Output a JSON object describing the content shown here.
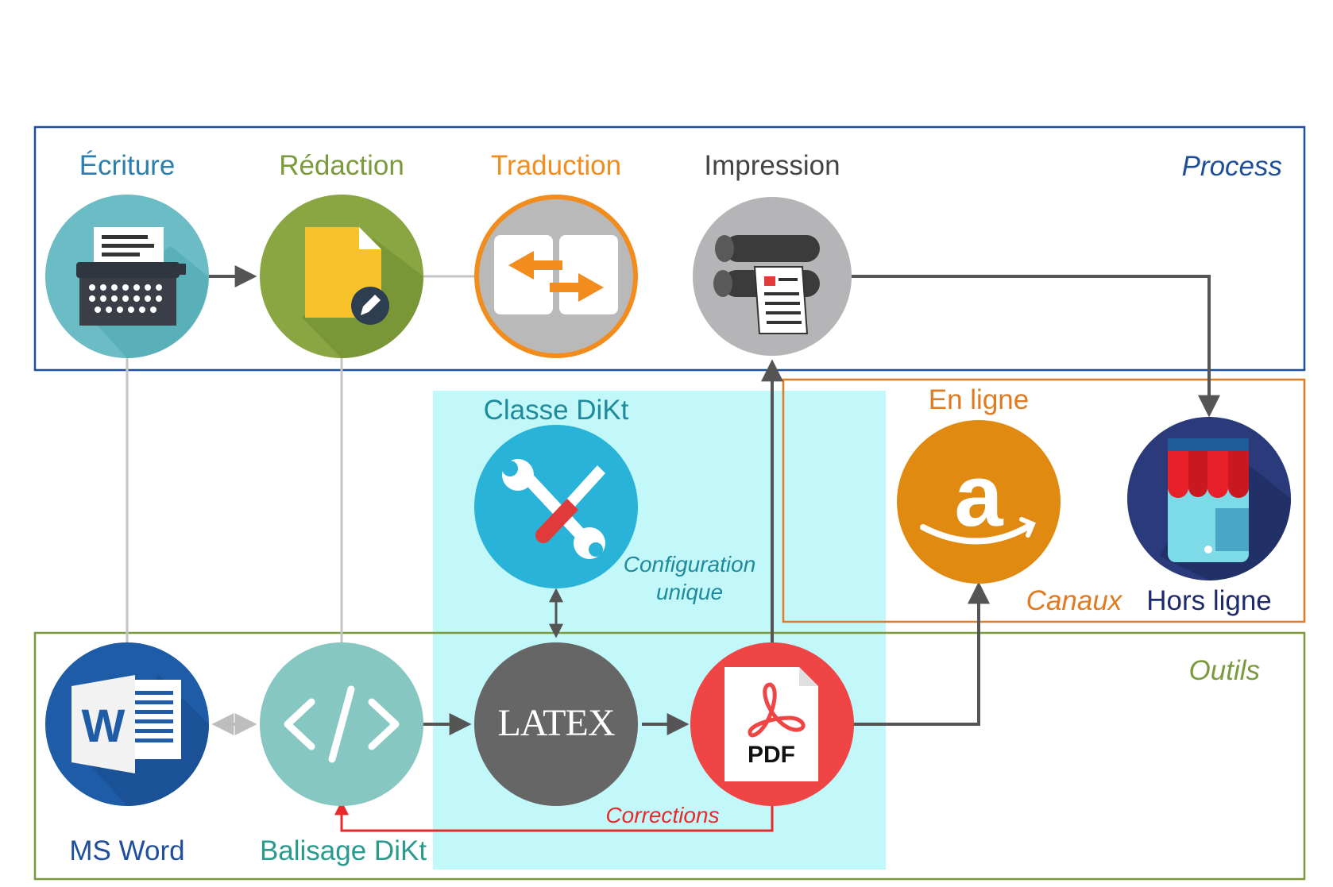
{
  "process": {
    "label": "Process",
    "steps": {
      "ecriture": "Écriture",
      "redaction": "Rédaction",
      "traduction": "Traduction",
      "impression": "Impression"
    }
  },
  "outils": {
    "label": "Outils",
    "tools": {
      "msword": "MS Word",
      "balisage": "Balisage DiKt"
    }
  },
  "classe": {
    "label": "Classe DiKt",
    "note_line1": "Configuration",
    "note_line2": "unique"
  },
  "corrections": "Corrections",
  "canaux": {
    "label": "Canaux",
    "en_ligne": "En ligne",
    "hors_ligne": "Hors ligne"
  },
  "icons": {
    "word_letter": "W",
    "latex_text": "LATEX",
    "pdf_text": "PDF",
    "amazon_letter": "a"
  },
  "colors": {
    "process_border": "#1f4e9a",
    "outils_border": "#7a9a3c",
    "canaux_border": "#e07b22",
    "classe_bg": "#c2f8fa",
    "corrections": "#e82a2a"
  }
}
